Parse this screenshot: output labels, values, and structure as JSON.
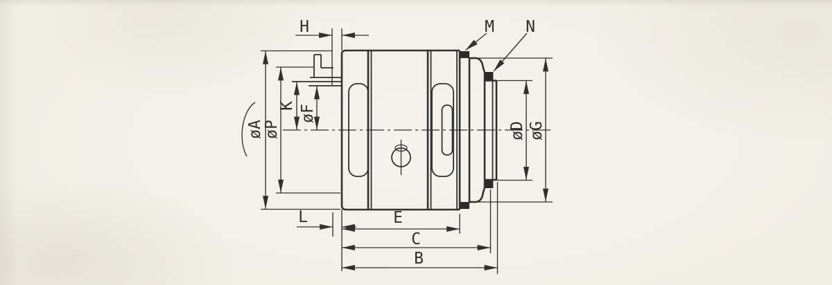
{
  "drawing": {
    "description": "Scanned engineering dimension drawing — side cross-section of a flanged hydraulic pump body with mounting pilot",
    "paper_color": "#f1eee6",
    "ink_color": "#222222",
    "labels": {
      "h": "H",
      "m": "M",
      "n": "N",
      "k": "K",
      "f": "øF",
      "a": "øA",
      "p": "øP",
      "d": "øD",
      "g": "øG",
      "l": "L",
      "e": "E",
      "c": "C",
      "b": "B"
    }
  }
}
